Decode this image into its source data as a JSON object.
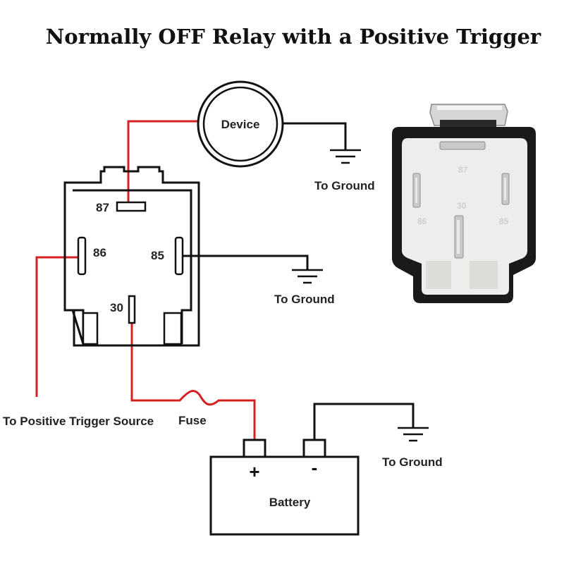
{
  "title": "Normally OFF Relay with a Positive Trigger",
  "device": {
    "label": "Device"
  },
  "relay": {
    "pins": {
      "p87": "87",
      "p86": "86",
      "p85": "85",
      "p30": "30"
    }
  },
  "labels": {
    "ground_device": "To Ground",
    "ground_relay": "To Ground",
    "ground_battery": "To Ground",
    "trigger_source": "To Positive Trigger Source",
    "fuse": "Fuse"
  },
  "battery": {
    "label": "Battery",
    "plus": "+",
    "minus": "-"
  },
  "photo_pins": {
    "p87": "87",
    "p30": "30",
    "p86": "86",
    "p85": "85"
  },
  "colors": {
    "wire_positive": "#d42020",
    "wire_ground": "#111111",
    "relay_housing": "#1a1a1a",
    "relay_face": "#efefef"
  }
}
